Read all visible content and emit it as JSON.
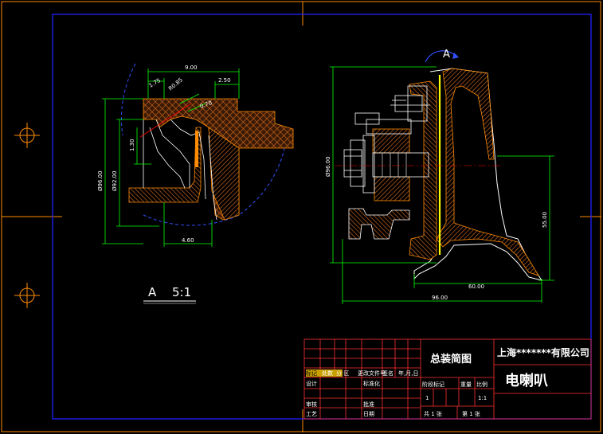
{
  "colors": {
    "background": "#000000",
    "frame": "#2020ff",
    "trim": "#ff8c00",
    "dimension": "#00ff00",
    "hatch": "#d2691e",
    "title_block": "#ff3030",
    "center_line": "#ff0000",
    "text": "#ffffff"
  },
  "detail": {
    "label": "A",
    "scale": "5:1",
    "dims": {
      "top_width": "9.00",
      "d1": "1.75",
      "r1": "R0.85",
      "d2": "2.50",
      "d3": "0.70",
      "h1": "1.30",
      "dia_outer": "Ø96.00",
      "dia_inner": "Ø92.00",
      "bottom": "4.60"
    }
  },
  "main_view": {
    "label": "A",
    "dims": {
      "diameter": "Ø96.00",
      "height": "55.00",
      "width_inner": "60.00",
      "width_total": "96.00"
    }
  },
  "title_block": {
    "drawing_title": "总装简图",
    "company": "上海*******有限公司",
    "product": "电喇叭",
    "header_row": [
      "标记",
      "处数",
      "分 区",
      "更改文件号",
      "签名",
      "年,月,日"
    ],
    "designer_label": "设计",
    "standardize_label": "标准化",
    "review_label": "审核",
    "process_label": "工艺",
    "approve_label": "批准",
    "date_label": "日期",
    "stage_label": "阶段标记",
    "weight_label": "重量",
    "scale_label": "比例",
    "scale_value": "1:1",
    "stage_value": "1",
    "sheets_total": "共 1 张",
    "sheet_no": "第 1 张"
  }
}
